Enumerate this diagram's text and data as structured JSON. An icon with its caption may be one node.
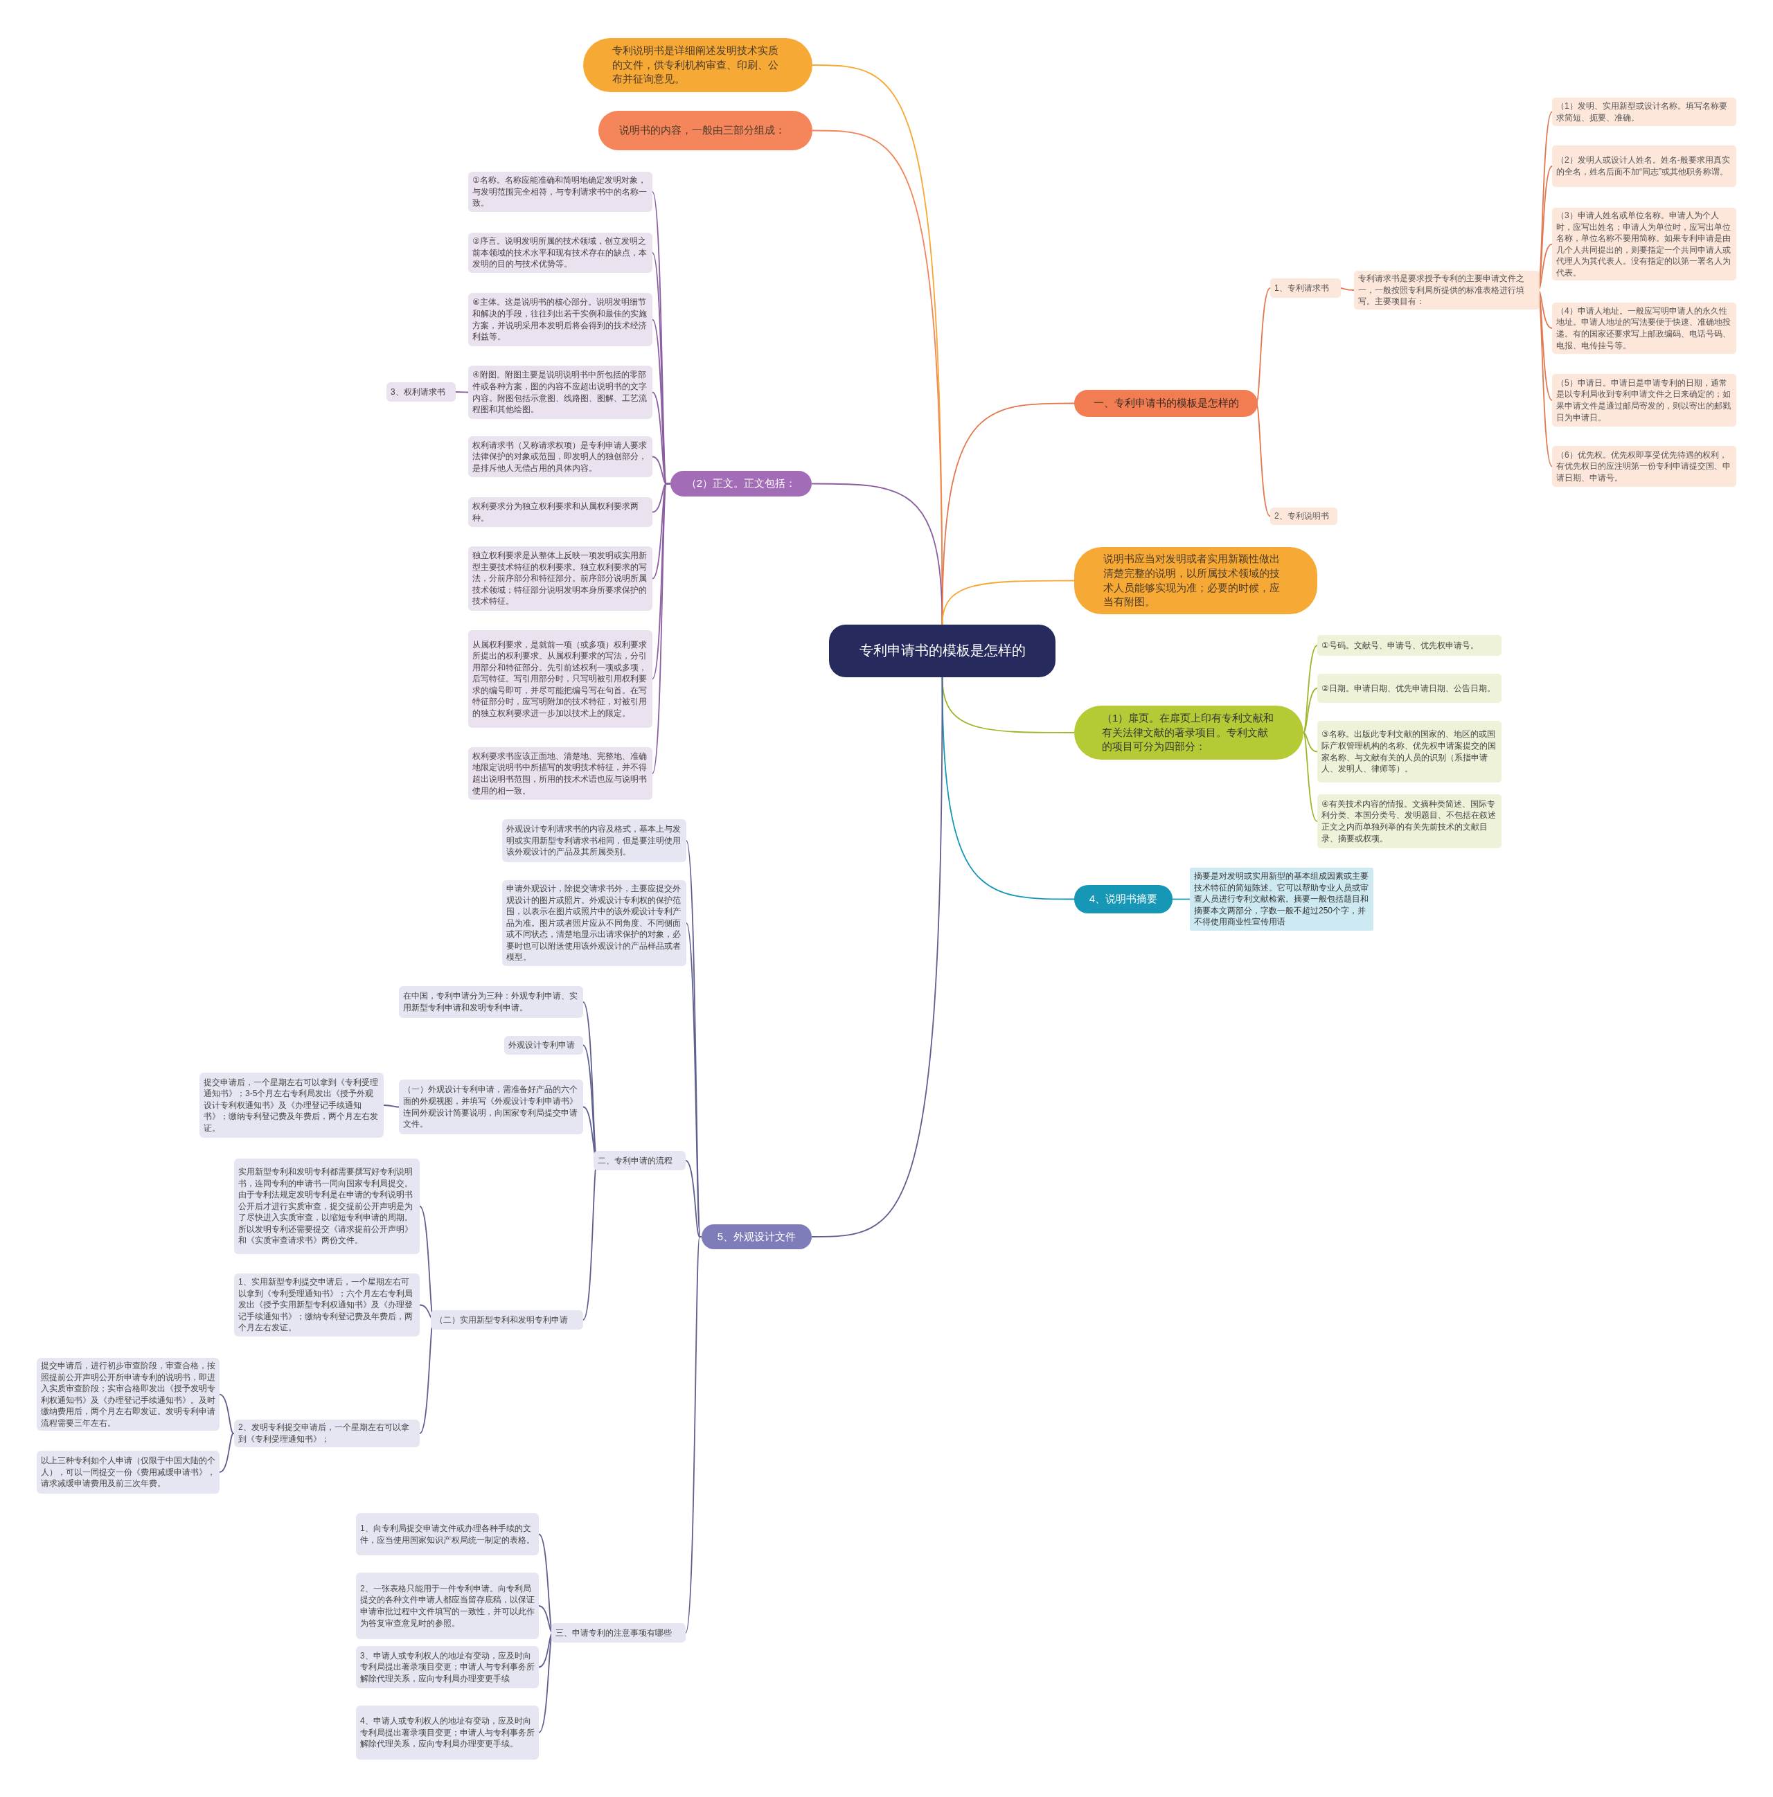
{
  "diagram": {
    "nodes": [
      {
        "text": [
          "专利申请书的模板是怎样的"
        ]
      },
      {
        "text": [
          "专利说明书是详细阐述发明技术实质的文件，供专利机构审查、印刷、公布并征询意见。"
        ]
      },
      {
        "text": [
          "说明书的内容，一般由三部分组成："
        ]
      },
      {
        "text": [
          "（2）正文。正文包括："
        ]
      },
      {
        "text": [
          "3、权利请求书"
        ]
      },
      {
        "text": [
          "①名称。名称应能准确和简明地确定发明对象，与发明范围完全相符，与专利请求书中的名称一致。"
        ]
      },
      {
        "text": [
          "②序言。说明发明所属的技术领域，创立发明之前本领域的技术水平和现有技术存在的缺点，本发明的目的与技术优势等。"
        ]
      },
      {
        "text": [
          "⑧主体。这是说明书的核心部分。说明发明细节和解决的手段，往往列出若干实例和最佳的实施方案，并说明采用本发明后将会得到的技术经济利益等。"
        ]
      },
      {
        "text": [
          "④附图。附图主要是说明说明书中所包括的零部件或各种方案，图的内容不应超出说明书的文字内容。附图包括示意图、线路图、图解、工艺流程图和其他绘图。"
        ]
      },
      {
        "text": [
          "权利请求书（又称请求权项）是专利申请人要求法律保护的对象或范围，即发明人的独创部分，是排斥他人无偿占用的具体内容。"
        ]
      },
      {
        "text": [
          "权利要求分为独立权利要求和从属权利要求两种。"
        ]
      },
      {
        "text": [
          "独立权利要求是从整体上反映一项发明或实用新型主要技术特征的权利要求。独立权利要求的写法，分前序部分和特征部分。前序部分说明所属技术领域；特征部分说明发明本身所要求保护的技术特征。"
        ]
      },
      {
        "text": [
          "从属权利要求，是就前一项（或多项）权利要求所提出的权利要求。从属权利要求的写法，分引用部分和特征部分。先引前述权利一项或多项，后写特征。写引用部分时，只写明被引用权利要求的编号即可，并尽可能把编号写在句首。在写特征部分时，应写明附加的技术特征，对被引用的独立权利要求进一步加以技术上的限定。"
        ]
      },
      {
        "text": [
          "权利要求书应该正面地、清楚地、完整地、准确地限定说明书中所描写的发明技术特征，并不得超出说明书范围，所用的技术术语也应与说明书使用的相一致。"
        ]
      },
      {
        "text": [
          "一、专利申请书的模板是怎样的"
        ]
      },
      {
        "text": [
          "1、专利请求书"
        ]
      },
      {
        "text": [
          "专利请求书是要求授予专利的主要申请文件之一，一般按照专利局所提供的标准表格进行填写。主要项目有："
        ]
      },
      {
        "text": [
          "（1）发明、实用新型或设计名称。填写名称要求简短、扼要、准确。"
        ]
      },
      {
        "text": [
          "（2）发明人或设计人姓名。姓名-般要求用真实的全名，姓名后面不加“同志”或其他职务称谓。"
        ]
      },
      {
        "text": [
          "（3）申请人姓名或单位名称。申请人为个人时，应写出姓名；申请人为单位时，应写出单位名称，单位名称不要用简称。如果专利申请是由几个人共同提出的，则要指定一个共同申请人或代理人为其代表人。没有指定的以第一署名人为代表。"
        ]
      },
      {
        "text": [
          "（4）申请人地址。一般应写明申请人的永久性地址。申请人地址的写法要便于快速、准确地投递。有的国家还要求写上邮政编码、电话号码、电报、电传挂号等。"
        ]
      },
      {
        "text": [
          "（5）申请日。申请日是申请专利的日期，通常是以专利局收到专利申请文件之日来确定的；如果申请文件是通过邮局寄发的，则以寄出的邮戳日为申请日。"
        ]
      },
      {
        "text": [
          "（6）优先权。优先权即享受优先待遇的权利，有优先权日的应注明第一份专利申请提交国、申请日期、申请号。"
        ]
      },
      {
        "text": [
          "2、专利说明书"
        ]
      },
      {
        "text": [
          "说明书应当对发明或者实用新颖性做出清楚完整的说明，以所属技术领域的技术人员能够实现为准；必要的时候，应当有附图。"
        ]
      },
      {
        "text": [
          "（1）扉页。在扉页上印有专利文献和有关法律文献的著录项目。专利文献的项目可分为四部分："
        ]
      },
      {
        "text": [
          "①号码。文献号、申请号、优先权申请号。"
        ]
      },
      {
        "text": [
          "②日期。申请日期、优先申请日期、公告日期。"
        ]
      },
      {
        "text": [
          "③名称。出版此专利文献的国家的、地区的或国际产权管理机构的名称、优先权申请案提交的国家名称、与文献有关的人员的识别（系指申请人、发明人、律师等）。"
        ]
      },
      {
        "text": [
          "④有关技术内容的情报。文摘种类简述、国际专利分类、本国分类号、发明题目、不包括在叙述正文之内而单独列举的有关先前技术的文献目录、摘要或权项。"
        ]
      },
      {
        "text": [
          "4、说明书摘要"
        ]
      },
      {
        "text": [
          "摘要是对发明或实用新型的基本组成因素或主要技术特征的简短陈述。它可以帮助专业人员或审查人员进行专利文献检索。摘要一般包括题目和摘要本文两部分，字数一般不超过250个字，并不得使用商业性宣传用语"
        ]
      },
      {
        "text": [
          "5、外观设计文件"
        ]
      },
      {
        "text": [
          "外观设计专利请求书的内容及格式，基本上与发明或实用新型专利请求书相同，但是要注明使用该外观设计的产品及其所属类别。"
        ]
      },
      {
        "text": [
          "申请外观设计，除提交请求书外，主要应提交外观设计的图片或照片。外观设计专利权的保护范围，以表示在图片或照片中的该外观设计专利产品为准。图片或者照片应从不同角度、不同侧面或不同状态，清楚地显示出请求保护的对象，必要时也可以附送使用该外观设计的产品样品或者模型。"
        ]
      },
      {
        "text": [
          "二、专利申请的流程"
        ]
      },
      {
        "text": [
          "三、申请专利的注意事项有哪些"
        ]
      },
      {
        "text": [
          "在中国，专利申请分为三种：外观专利申请、实用新型专利申请和发明专利申请。"
        ]
      },
      {
        "text": [
          "外观设计专利申请"
        ]
      },
      {
        "text": [
          "（一）外观设计专利申请，需准备好产品的六个面的外观视图，并填写《外观设计专利申请书》连同外观设计简要说明，向国家专利局提交申请文件。"
        ]
      },
      {
        "text": [
          "提交申请后，一个星期左右可以拿到《专利受理通知书》；3-5个月左右专利局发出《授予外观设计专利权通知书》及《办理登记手续通知书》；缴纳专利登记费及年费后，两个月左右发证。"
        ]
      },
      {
        "text": [
          "（二）实用新型专利和发明专利申请"
        ]
      },
      {
        "text": [
          "实用新型专利和发明专利都需要撰写好专利说明书，连同专利的申请书一同向国家专利局提交。由于专利法规定发明专利是在申请的专利说明书公开后才进行实质审查，提交提前公开声明是为了尽快进入实质审查，以缩短专利申请的周期。所以发明专利还需要提交《请求提前公开声明》和《实质审查请求书》两份文件。"
        ]
      },
      {
        "text": [
          "1、实用新型专利提交申请后，一个星期左右可以拿到《专利受理通知书》；六个月左右专利局发出《授予实用新型专利权通知书》及《办理登记手续通知书》；缴纳专利登记费及年费后，两个月左右发证。"
        ]
      },
      {
        "text": [
          "2、发明专利提交申请后，一个星期左右可以拿到《专利受理通知书》；"
        ]
      },
      {
        "text": [
          "提交申请后，进行初步审查阶段，审查合格，按照提前公开声明公开所申请专利的说明书，即进入实质审查阶段；实审合格即发出《授予发明专利权通知书》及《办理登记手续通知书》。及时缴纳费用后，两个月左右即发证。发明专利申请流程需要三年左右。"
        ]
      },
      {
        "text": [
          "以上三种专利如个人申请（仅限于中国大陆的个人），可以一同提交一份《费用减缓申请书》，请求减缓申请费用及前三次年费。"
        ]
      },
      {
        "text": [
          "1、向专利局提交申请文件或办理各种手续的文件，应当使用国家知识产权局统一制定的表格。"
        ]
      },
      {
        "text": [
          "2、一张表格只能用于一件专利申请。向专利局提交的各种文件申请人都应当留存底稿，以保证申请审批过程中文件填写的一致性，并可以此作为答复审查意见时的参照。"
        ]
      },
      {
        "text": [
          "3、申请人或专利权人的地址有变动，应及时向专利局提出著录项目变更；申请人与专利事务所解除代理关系，应向专利局办理变更手续"
        ]
      },
      {
        "text": [
          "4、申请人或专利权人的地址有变动，应及时向专利局提出著录项目变更；申请人与专利事务所解除代理关系，应向专利局办理变更手续。"
        ]
      }
    ],
    "edges": [
      {
        "from": 0,
        "to": 1,
        "arrow": "none",
        "color": "#f5a833"
      },
      {
        "from": 0,
        "to": 2,
        "arrow": "none",
        "color": "#f28457"
      },
      {
        "from": 0,
        "to": 3,
        "arrow": "none",
        "color": "#8a5ea0"
      },
      {
        "from": 3,
        "to": 5,
        "arrow": "none",
        "color": "#8a5ea0"
      },
      {
        "from": 3,
        "to": 6,
        "arrow": "none",
        "color": "#8a5ea0"
      },
      {
        "from": 3,
        "to": 7,
        "arrow": "none",
        "color": "#8a5ea0"
      },
      {
        "from": 3,
        "to": 8,
        "arrow": "none",
        "color": "#8a5ea0"
      },
      {
        "from": 8,
        "to": 4,
        "arrow": "none",
        "color": "#8a5ea0"
      },
      {
        "from": 3,
        "to": 9,
        "arrow": "none",
        "color": "#8a5ea0"
      },
      {
        "from": 3,
        "to": 10,
        "arrow": "none",
        "color": "#8a5ea0"
      },
      {
        "from": 3,
        "to": 11,
        "arrow": "none",
        "color": "#8a5ea0"
      },
      {
        "from": 3,
        "to": 12,
        "arrow": "none",
        "color": "#8a5ea0"
      },
      {
        "from": 3,
        "to": 13,
        "arrow": "none",
        "color": "#8a5ea0"
      },
      {
        "from": 0,
        "to": 14,
        "arrow": "none",
        "color": "#e2784f"
      },
      {
        "from": 14,
        "to": 15,
        "arrow": "none",
        "color": "#e2784f"
      },
      {
        "from": 15,
        "to": 16,
        "arrow": "none",
        "color": "#e2784f"
      },
      {
        "from": 16,
        "to": 17,
        "arrow": "none",
        "color": "#e2784f"
      },
      {
        "from": 16,
        "to": 18,
        "arrow": "none",
        "color": "#e2784f"
      },
      {
        "from": 16,
        "to": 19,
        "arrow": "none",
        "color": "#e2784f"
      },
      {
        "from": 16,
        "to": 20,
        "arrow": "none",
        "color": "#e2784f"
      },
      {
        "from": 16,
        "to": 21,
        "arrow": "none",
        "color": "#e2784f"
      },
      {
        "from": 16,
        "to": 22,
        "arrow": "none",
        "color": "#e2784f"
      },
      {
        "from": 14,
        "to": 23,
        "arrow": "none",
        "color": "#e2784f"
      },
      {
        "from": 0,
        "to": 24,
        "arrow": "none",
        "color": "#f5a833"
      },
      {
        "from": 0,
        "to": 25,
        "arrow": "none",
        "color": "#9fb52a"
      },
      {
        "from": 25,
        "to": 26,
        "arrow": "none",
        "color": "#9fb52a"
      },
      {
        "from": 25,
        "to": 27,
        "arrow": "none",
        "color": "#9fb52a"
      },
      {
        "from": 25,
        "to": 28,
        "arrow": "none",
        "color": "#9fb52a"
      },
      {
        "from": 25,
        "to": 29,
        "arrow": "none",
        "color": "#9fb52a"
      },
      {
        "from": 0,
        "to": 30,
        "arrow": "none",
        "color": "#1597b5"
      },
      {
        "from": 30,
        "to": 31,
        "arrow": "none",
        "color": "#1597b5"
      },
      {
        "from": 0,
        "to": 32,
        "arrow": "none"
      },
      {
        "from": 32,
        "to": 33,
        "arrow": "none"
      },
      {
        "from": 32,
        "to": 34,
        "arrow": "none"
      },
      {
        "from": 32,
        "to": 35,
        "arrow": "none"
      },
      {
        "from": 35,
        "to": 37,
        "arrow": "none"
      },
      {
        "from": 35,
        "to": 38,
        "arrow": "none"
      },
      {
        "from": 35,
        "to": 39,
        "arrow": "none"
      },
      {
        "from": 39,
        "to": 40,
        "arrow": "none"
      },
      {
        "from": 35,
        "to": 41,
        "arrow": "none"
      },
      {
        "from": 41,
        "to": 42,
        "arrow": "none"
      },
      {
        "from": 41,
        "to": 43,
        "arrow": "none"
      },
      {
        "from": 41,
        "to": 44,
        "arrow": "none"
      },
      {
        "from": 44,
        "to": 45,
        "arrow": "none"
      },
      {
        "from": 44,
        "to": 46,
        "arrow": "none"
      },
      {
        "from": 32,
        "to": 36,
        "arrow": "none"
      },
      {
        "from": 36,
        "to": 47,
        "arrow": "none"
      },
      {
        "from": 36,
        "to": 48,
        "arrow": "none"
      },
      {
        "from": 36,
        "to": 49,
        "arrow": "none"
      },
      {
        "from": 36,
        "to": 50,
        "arrow": "none"
      }
    ]
  }
}
